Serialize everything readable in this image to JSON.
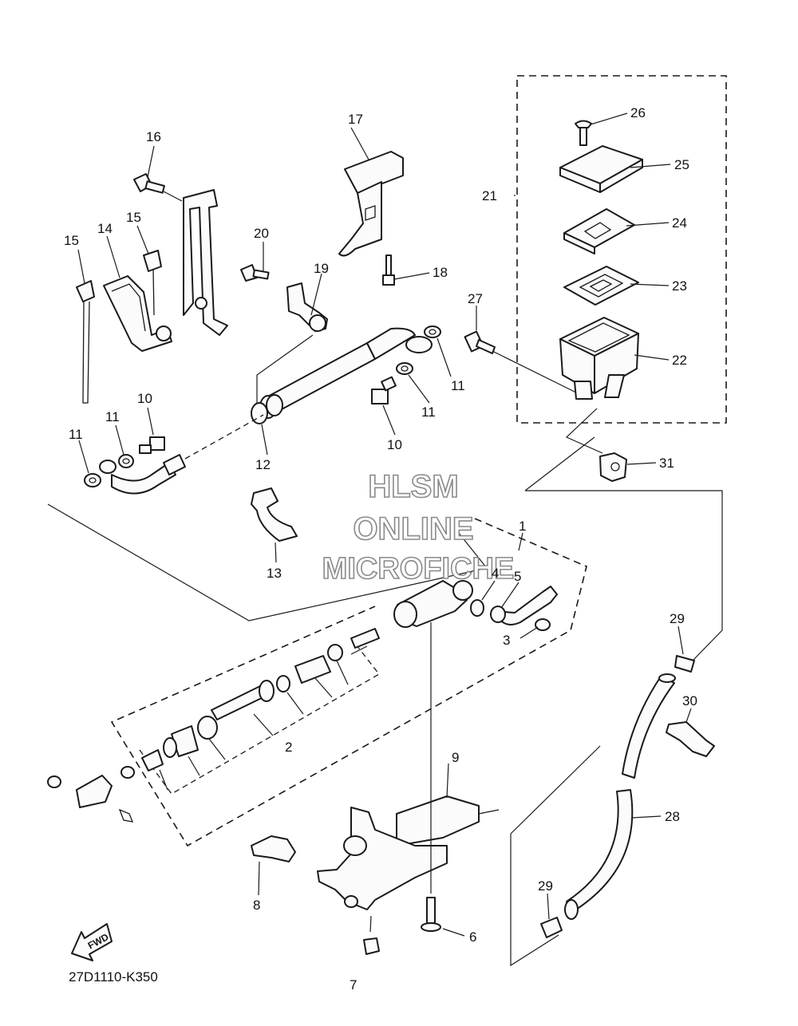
{
  "diagram_code": "27D1110-K350",
  "direction_arrow": "FWD",
  "watermark": {
    "line1": "HLSM",
    "line2": "ONLINE",
    "line3": "MICROFICHE"
  },
  "callouts": {
    "c1": "1",
    "c2": "2",
    "c3": "3",
    "c4": "4",
    "c5": "5",
    "c6": "6",
    "c7": "7",
    "c8": "8",
    "c9": "9",
    "c10a": "10",
    "c10b": "10",
    "c11a": "11",
    "c11b": "11",
    "c11c": "11",
    "c11d": "11",
    "c12": "12",
    "c13": "13",
    "c14": "14",
    "c15a": "15",
    "c15b": "15",
    "c16": "16",
    "c17": "17",
    "c18": "18",
    "c19": "19",
    "c20": "20",
    "c21": "21",
    "c22": "22",
    "c23": "23",
    "c24": "24",
    "c25": "25",
    "c26": "26",
    "c27": "27",
    "c28": "28",
    "c29a": "29",
    "c29b": "29",
    "c30": "30",
    "c31": "31"
  }
}
